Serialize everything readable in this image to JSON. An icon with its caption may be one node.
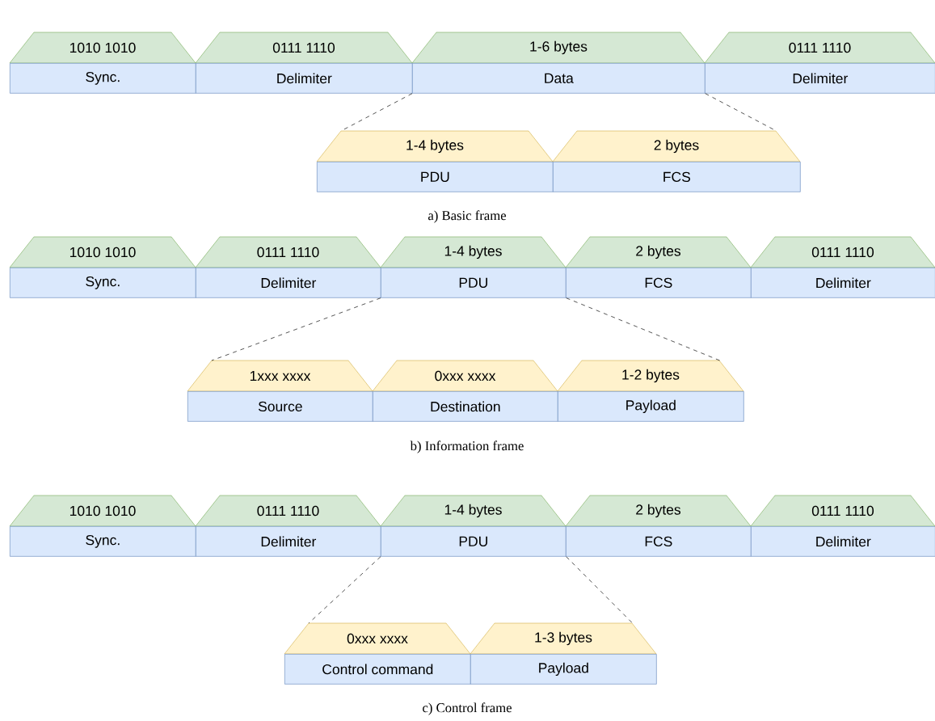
{
  "diagram": {
    "nodes": [
      {
        "text": [
          "1010 1010",
          "Sync."
        ]
      },
      {
        "text": [
          "0111 1110",
          "Delimiter"
        ]
      },
      {
        "text": [
          "1-6 bytes",
          "Data"
        ]
      },
      {
        "text": [
          "0111 1110",
          "Delimiter"
        ]
      },
      {
        "text": [
          "1-4 bytes",
          "PDU"
        ]
      },
      {
        "text": [
          "2 bytes",
          "FCS"
        ]
      },
      {
        "text": [
          "1010 1010",
          "Sync."
        ]
      },
      {
        "text": [
          "0111 1110",
          "Delimiter"
        ]
      },
      {
        "text": [
          "1-4 bytes",
          "PDU"
        ]
      },
      {
        "text": [
          "2 bytes",
          "FCS"
        ]
      },
      {
        "text": [
          "0111 1110",
          "Delimiter"
        ]
      },
      {
        "text": [
          "1xxx xxxx",
          "Source"
        ]
      },
      {
        "text": [
          "0xxx xxxx",
          "Destination"
        ]
      },
      {
        "text": [
          "1-2 bytes",
          "Payload"
        ]
      },
      {
        "text": [
          "1010 1010",
          "Sync."
        ]
      },
      {
        "text": [
          "0111 1110",
          "Delimiter"
        ]
      },
      {
        "text": [
          "1-4 bytes",
          "PDU"
        ]
      },
      {
        "text": [
          "2 bytes",
          "FCS"
        ]
      },
      {
        "text": [
          "0111 1110",
          "Delimiter"
        ]
      },
      {
        "text": [
          "0xxx xxxx",
          "Control command"
        ]
      },
      {
        "text": [
          "1-3 bytes",
          "Payload"
        ]
      }
    ],
    "edges": [
      {
        "from": 2,
        "to": 4,
        "arrow": "none",
        "style": "dashed"
      },
      {
        "from": 2,
        "to": 5,
        "arrow": "none",
        "style": "dashed"
      },
      {
        "from": 8,
        "to": 11,
        "arrow": "none",
        "style": "dashed"
      },
      {
        "from": 8,
        "to": 13,
        "arrow": "none",
        "style": "dashed"
      },
      {
        "from": 16,
        "to": 19,
        "arrow": "none",
        "style": "dashed"
      },
      {
        "from": 16,
        "to": 20,
        "arrow": "none",
        "style": "dashed"
      }
    ],
    "labels": [
      "a) Basic frame",
      "b) Information frame",
      "c) Control frame"
    ]
  }
}
